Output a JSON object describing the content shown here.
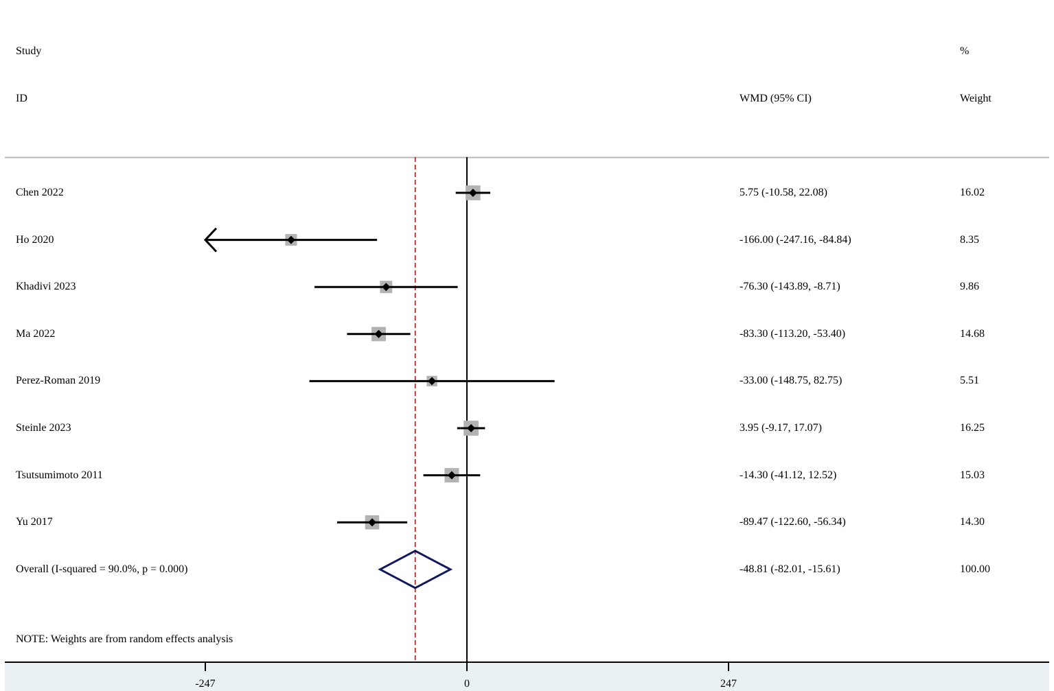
{
  "header": {
    "study_label": "Study",
    "id_label": "ID",
    "effect_label": "WMD (95% CI)",
    "percent_label": "%",
    "weight_label": "Weight"
  },
  "note": "NOTE: Weights are from random effects analysis",
  "chart_data": {
    "type": "forest",
    "measure": "WMD",
    "x_ticks": [
      -247,
      0,
      247
    ],
    "x_tick_labels": [
      "-247",
      "0",
      "247"
    ],
    "xlim": [
      -247,
      247
    ],
    "reference_line": 0,
    "studies": [
      {
        "id": "Chen 2022",
        "estimate": 5.75,
        "lower": -10.58,
        "upper": 22.08,
        "ci_text": "5.75 (-10.58, 22.08)",
        "weight": "16.02"
      },
      {
        "id": "Ho 2020",
        "estimate": -166.0,
        "lower": -247.16,
        "upper": -84.84,
        "ci_text": "-166.00 (-247.16, -84.84)",
        "weight": "8.35"
      },
      {
        "id": "Khadivi 2023",
        "estimate": -76.3,
        "lower": -143.89,
        "upper": -8.71,
        "ci_text": "-76.30 (-143.89, -8.71)",
        "weight": "9.86"
      },
      {
        "id": "Ma 2022",
        "estimate": -83.3,
        "lower": -113.2,
        "upper": -53.4,
        "ci_text": "-83.30 (-113.20, -53.40)",
        "weight": "14.68"
      },
      {
        "id": "Perez-Roman 2019",
        "estimate": -33.0,
        "lower": -148.75,
        "upper": 82.75,
        "ci_text": "-33.00 (-148.75, 82.75)",
        "weight": "5.51"
      },
      {
        "id": "Steinle 2023",
        "estimate": 3.95,
        "lower": -9.17,
        "upper": 17.07,
        "ci_text": "3.95 (-9.17, 17.07)",
        "weight": "16.25"
      },
      {
        "id": "Tsutsumimoto 2011",
        "estimate": -14.3,
        "lower": -41.12,
        "upper": 12.52,
        "ci_text": "-14.30 (-41.12, 12.52)",
        "weight": "15.03"
      },
      {
        "id": "Yu 2017",
        "estimate": -89.47,
        "lower": -122.6,
        "upper": -56.34,
        "ci_text": "-89.47 (-122.60, -56.34)",
        "weight": "14.30"
      }
    ],
    "overall": {
      "id": "Overall  (I-squared = 90.0%, p = 0.000)",
      "estimate": -48.81,
      "lower": -82.01,
      "upper": -15.61,
      "ci_text": "-48.81 (-82.01, -15.61)",
      "weight": "100.00"
    },
    "colors": {
      "box": "#b3b3b3",
      "line": "#000000",
      "overall_diamond": "#10185e",
      "overall_line": "#a31818",
      "separator": "#b8b8b8",
      "axis_band": "#e9f1f4"
    }
  }
}
